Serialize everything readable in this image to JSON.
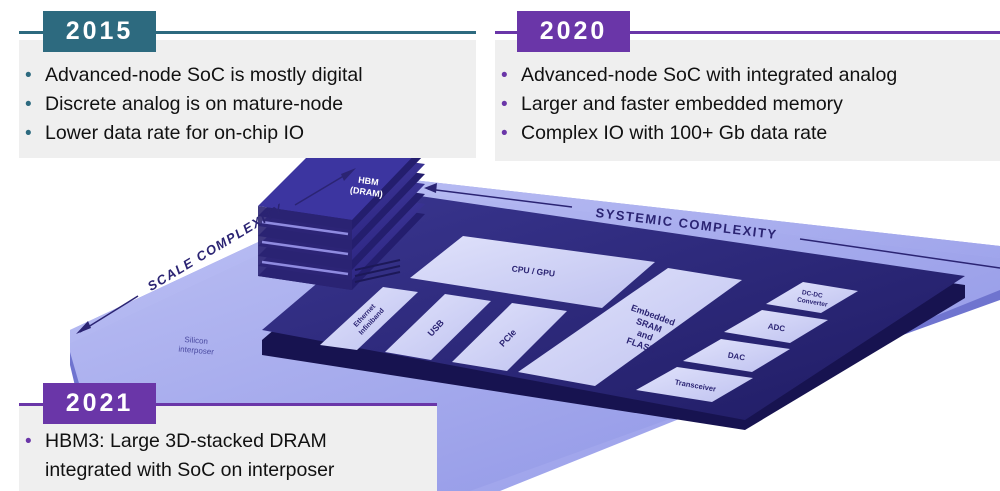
{
  "colors": {
    "teal": "#2d6a7f",
    "purple": "#6a36a8",
    "dark_purple": "#2b2473",
    "interposer": "#a4a8ee",
    "chip": "#cfd2f5"
  },
  "panel_2015": {
    "year": "2015",
    "bullets": [
      "Advanced-node SoC is mostly digital",
      "Discrete analog is on mature-node",
      "Lower data rate for on-chip IO"
    ]
  },
  "panel_2020": {
    "year": "2020",
    "bullets": [
      "Advanced-node SoC with integrated analog",
      "Larger and faster embedded memory",
      "Complex IO with 100+ Gb data rate"
    ]
  },
  "panel_2021": {
    "year": "2021",
    "bullets": [
      "HBM3: Large 3D-stacked DRAM integrated with SoC on interposer"
    ]
  },
  "diagram": {
    "scale_complexity": "SCALE COMPLEXITY",
    "systemic_complexity": "SYSTEMIC COMPLEXITY",
    "hbm_line1": "HBM",
    "hbm_line2": "(DRAM)",
    "interposer_line1": "Silicon",
    "interposer_line2": "interposer",
    "cpu_gpu": "CPU / GPU",
    "ethernet_line1": "Ethernet",
    "ethernet_line2": "Infiniband",
    "usb": "USB",
    "pcie": "PCIe",
    "mem_line1": "Embedded",
    "mem_line2": "SRAM",
    "mem_line3": "and",
    "mem_line4": "FLASH",
    "dcdc_line1": "DC-DC",
    "dcdc_line2": "Converter",
    "adc": "ADC",
    "dac": "DAC",
    "transceiver": "Transceiver"
  }
}
